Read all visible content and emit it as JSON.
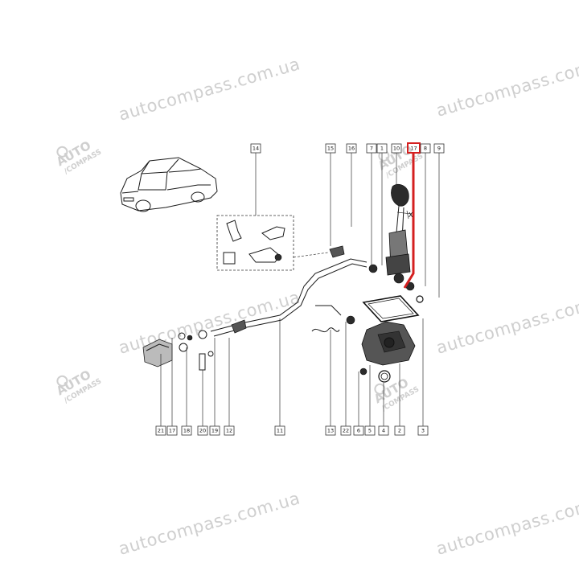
{
  "watermarks": {
    "site_text": "autocompass.com.ua",
    "logo_top": "AUTO",
    "logo_bottom": "/COMPASS"
  },
  "callouts": {
    "c1": "1",
    "c2": "2",
    "c3": "3",
    "c4": "4",
    "c5": "5",
    "c6": "6",
    "c7": "7",
    "c8": "8",
    "c9": "9",
    "c10": "10",
    "c11": "11",
    "c12": "12",
    "c13": "13",
    "c14": "14",
    "c15": "15",
    "c16": "16",
    "c17": "17",
    "c18": "18",
    "c19": "19",
    "c20": "20",
    "c21": "21",
    "c22": "22"
  },
  "marker": {
    "x_label": "X"
  },
  "colors": {
    "highlight": "#d42020",
    "watermark": "#cfcfcf",
    "ink": "#1a1a1a"
  }
}
